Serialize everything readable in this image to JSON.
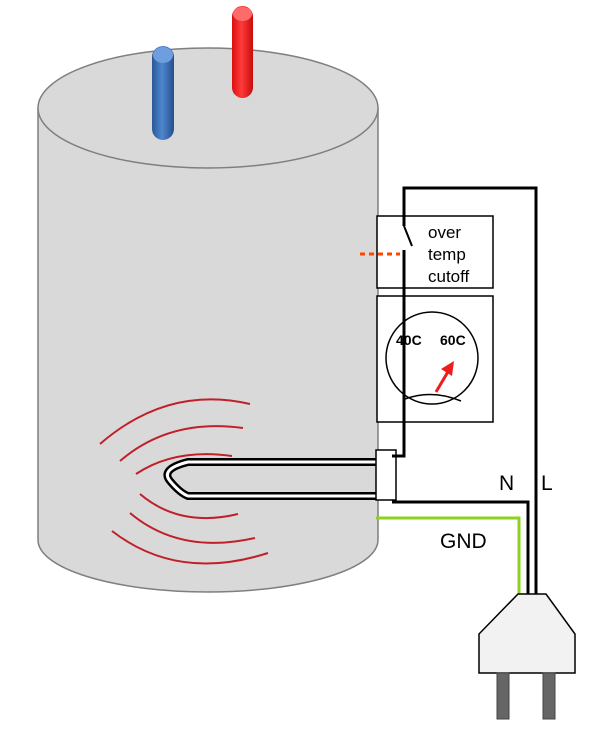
{
  "labels": {
    "cutoff_line1": "over",
    "cutoff_line2": "temp",
    "cutoff_line3": "cutoff",
    "dial_low": "40C",
    "dial_high": "60C",
    "neutral": "N",
    "live": "L",
    "ground": "GND"
  },
  "colors": {
    "tank_fill": "#d9d9d9",
    "tank_stroke": "#7f7f7f",
    "cold_pipe": "#2e5fa3",
    "hot_pipe": "#ee1c1c",
    "heat_waves": "#c0202a",
    "sensor_dotted": "#ff4500",
    "ground_wire": "#8cd21e",
    "wire": "#000000",
    "thermostat_needle": "#ee1c1c",
    "plug_fill": "#f2f2f2"
  },
  "icons": [
    "cold-water-pipe-icon",
    "hot-water-pipe-icon",
    "heating-element-icon",
    "thermostat-dial-icon",
    "power-plug-icon",
    "heat-wave-icon"
  ]
}
